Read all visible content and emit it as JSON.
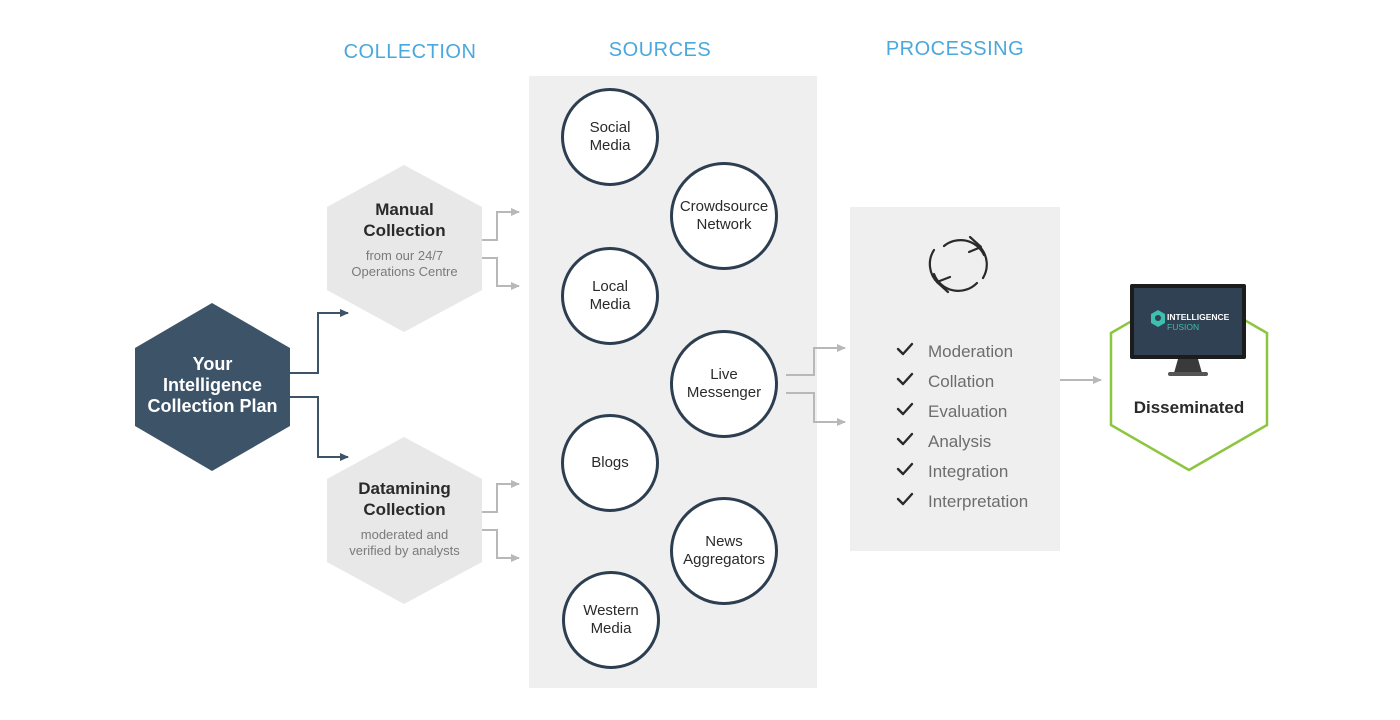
{
  "headers": {
    "collection": "COLLECTION",
    "sources": "SOURCES",
    "processing": "PROCESSING"
  },
  "plan": {
    "lines": [
      "Your",
      "Intelligence",
      "Collection Plan"
    ]
  },
  "manual": {
    "title": [
      "Manual",
      "Collection"
    ],
    "subtitle": [
      "from our 24/7",
      "Operations Centre"
    ]
  },
  "datamining": {
    "title": [
      "Datamining",
      "Collection"
    ],
    "subtitle": [
      "moderated and",
      "verified by analysts"
    ]
  },
  "sources": [
    {
      "label": "Social\nMedia"
    },
    {
      "label": "Crowdsource\nNetwork"
    },
    {
      "label": "Local\nMedia"
    },
    {
      "label": "Live\nMessenger"
    },
    {
      "label": "Blogs"
    },
    {
      "label": "News\nAggregators"
    },
    {
      "label": "Western\nMedia"
    }
  ],
  "processing_steps": [
    "Moderation",
    "Collation",
    "Evaluation",
    "Analysis",
    "Integration",
    "Interpretation"
  ],
  "output": {
    "label": "Disseminated",
    "logo_line1": "INTELLIGENCE",
    "logo_line2": "FUSION"
  },
  "colors": {
    "header_blue": "#4aa8dc",
    "plan_hex": "#3c5368",
    "grey_hex": "#e8e8e8",
    "panel_grey": "#efefef",
    "circle_border": "#2c3e50",
    "output_green": "#8cc63f",
    "arrow_dark": "#3c5368",
    "arrow_light": "#b8b8b8"
  },
  "icons": {
    "refresh": "refresh-icon",
    "check": "check-icon",
    "monitor": "monitor-icon"
  }
}
